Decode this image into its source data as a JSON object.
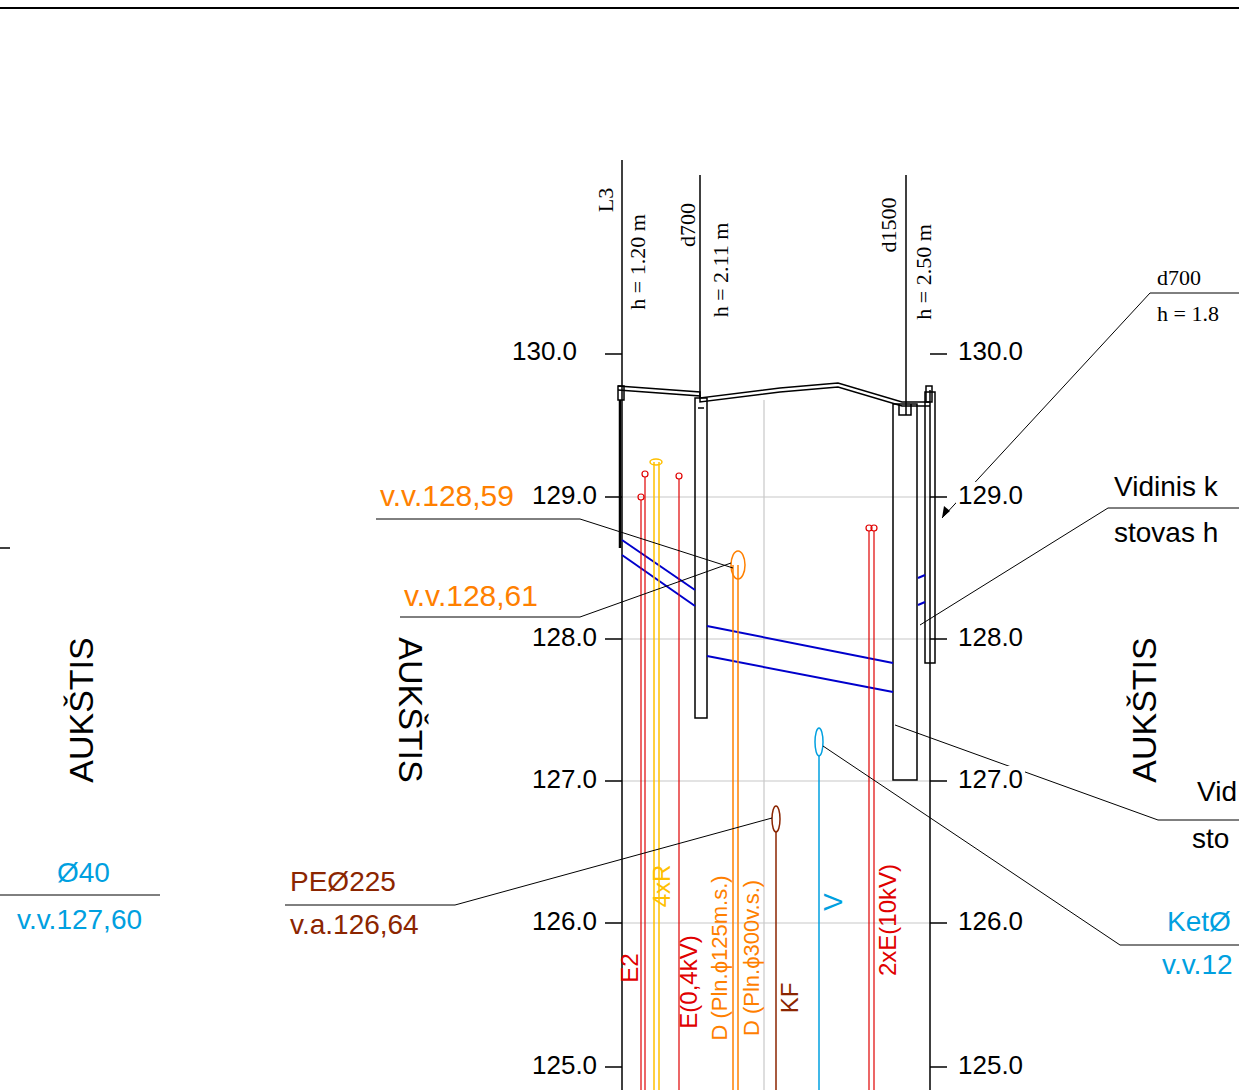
{
  "diagram": {
    "labels": [
      "L3",
      "h = 1.20 m",
      "d700",
      "h = 2.11 m",
      "d1500",
      "h = 2.50 m",
      "d700",
      "h = 1.8",
      "130.0",
      "130.0",
      "v.v.128,59",
      "129.0",
      "129.0",
      "Vidinis k",
      "stovas h",
      "v.v.128,61",
      "AUKŠTIS",
      "AUKŠTIS",
      "AUKŠTIS",
      "128.0",
      "128.0",
      "127.0",
      "127.0",
      "Vid",
      "sto",
      "Ø40",
      "v.v.127,60",
      "PEØ225",
      "v.a.126,64",
      "126.0",
      "126.0",
      "KetØ",
      "v.v.12",
      "E2",
      "4xR",
      "E(0,4kV)",
      "D (Pln.ϕ125m.s.)",
      "D (Pln.ϕ300v.s.)",
      "KF",
      "V",
      "2xE(10kV)",
      "125.0",
      "125.0"
    ]
  }
}
